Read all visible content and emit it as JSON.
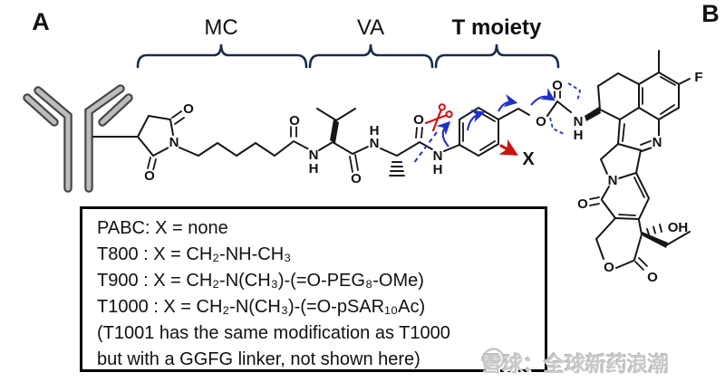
{
  "panel_labels": {
    "a": "A",
    "b": "B"
  },
  "brackets": {
    "mc": "MC",
    "va": "VA",
    "t_moiety": "T moiety"
  },
  "atoms": {
    "O": "O",
    "N": "N",
    "H": "H",
    "F": "F",
    "X": "X",
    "OH": "OH"
  },
  "variants_box": {
    "lines": [
      "PABC: X = none",
      "T800 : X = CH₂-NH-CH₃",
      "T900 : X = CH₂-N(CH₃)-(=O-PEG₈-OMe)",
      "T1000 : X = CH₂-N(CH₃)-(=O-pSAR₁₀Ac)",
      "(T1001 has the same modification as T1000",
      "but with a GGFG linker, not shown here)"
    ]
  },
  "watermark": {
    "text": "雪球：全球新药浪潮"
  },
  "colors": {
    "bond": "#161616",
    "bracket": "#1b2b4e",
    "arrow_blue": "#2030c8",
    "cleave_red": "#cc1414",
    "antibody_fill": "#bcbcbc",
    "antibody_outline": "#454545",
    "watermark_gray": "#c9c9c9"
  }
}
